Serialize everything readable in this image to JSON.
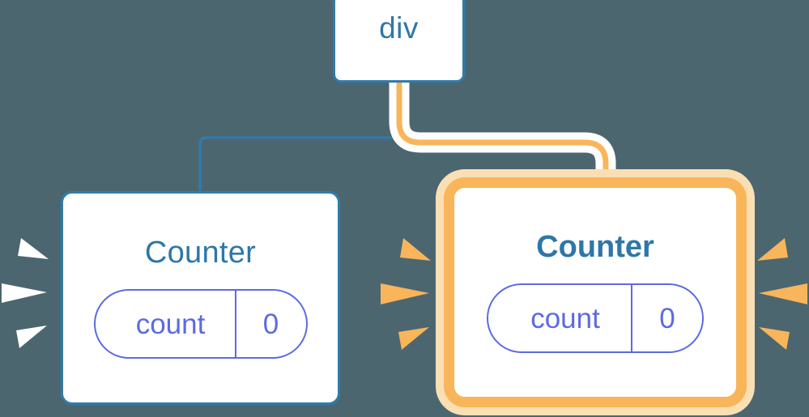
{
  "diagram": {
    "title": "component-tree-rerender-highlight",
    "background_color": "#4c6670",
    "nodes": [
      {
        "id": "div",
        "label": "div",
        "type": "dom-element",
        "border_color": "#2f7cac",
        "highlighted": false
      },
      {
        "id": "counter-left",
        "label": "Counter",
        "type": "component",
        "border_color": "#2f7cac",
        "highlighted": false,
        "state": {
          "key": "count",
          "value": "0",
          "color": "#5c6be0"
        },
        "sparkle_color": "#ffffff"
      },
      {
        "id": "counter-right",
        "label": "Counter",
        "type": "component",
        "border_color": "#f8b55a",
        "glow_color": "#fbdfb4",
        "highlighted": true,
        "state": {
          "key": "count",
          "value": "0",
          "color": "#5c6be0"
        },
        "sparkle_color": "#f5b košu"
      }
    ],
    "edges": [
      {
        "from": "div",
        "to": "counter-left",
        "color": "#2f7cac",
        "highlighted": false
      },
      {
        "from": "div",
        "to": "counter-right",
        "color": "#f8b55a",
        "highlighted": true
      }
    ],
    "colors": {
      "background": "#4c6670",
      "node_border_blue": "#2f7cac",
      "node_title_blue": "#2e77a6",
      "state_purple": "#5c6be0",
      "highlight_orange": "#f8b55a",
      "highlight_glow": "#fbdfb4",
      "sparkle_white": "#ffffff",
      "card_fill": "#ffffff"
    }
  }
}
